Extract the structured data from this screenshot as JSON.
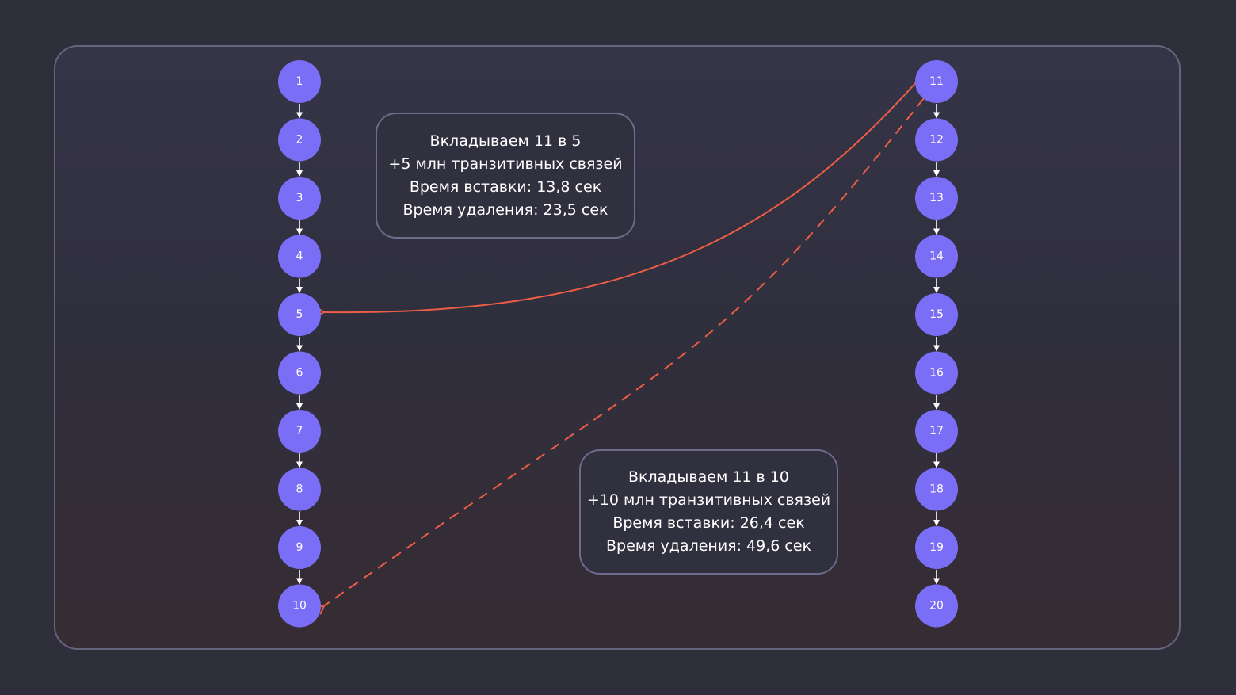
{
  "diagram": {
    "chains": [
      {
        "name": "left-chain",
        "nodes": [
          "1",
          "2",
          "3",
          "4",
          "5",
          "6",
          "7",
          "8",
          "9",
          "10"
        ]
      },
      {
        "name": "right-chain",
        "nodes": [
          "11",
          "12",
          "13",
          "14",
          "15",
          "16",
          "17",
          "18",
          "19",
          "20"
        ]
      }
    ],
    "nesting_edges": [
      {
        "from": "11",
        "to": "5",
        "style": "solid"
      },
      {
        "from": "11",
        "to": "10",
        "style": "dashed"
      }
    ],
    "colors": {
      "node": "#7b6ef6",
      "nesting_edge": "#ee5d45",
      "chain_edge": "#ffffff",
      "background": "#2e2f3a"
    }
  },
  "info_boxes": [
    {
      "title": "Вкладываем 11 в 5",
      "links": "+5 млн транзитивных связей",
      "insert_time": "Время вставки: 13,8 сек",
      "delete_time": "Время удаления: 23,5 сек"
    },
    {
      "title": "Вкладываем 11 в 10",
      "links": "+10 млн транзитивных связей",
      "insert_time": "Время вставки: 26,4 сек",
      "delete_time": "Время удаления: 49,6 сек"
    }
  ]
}
